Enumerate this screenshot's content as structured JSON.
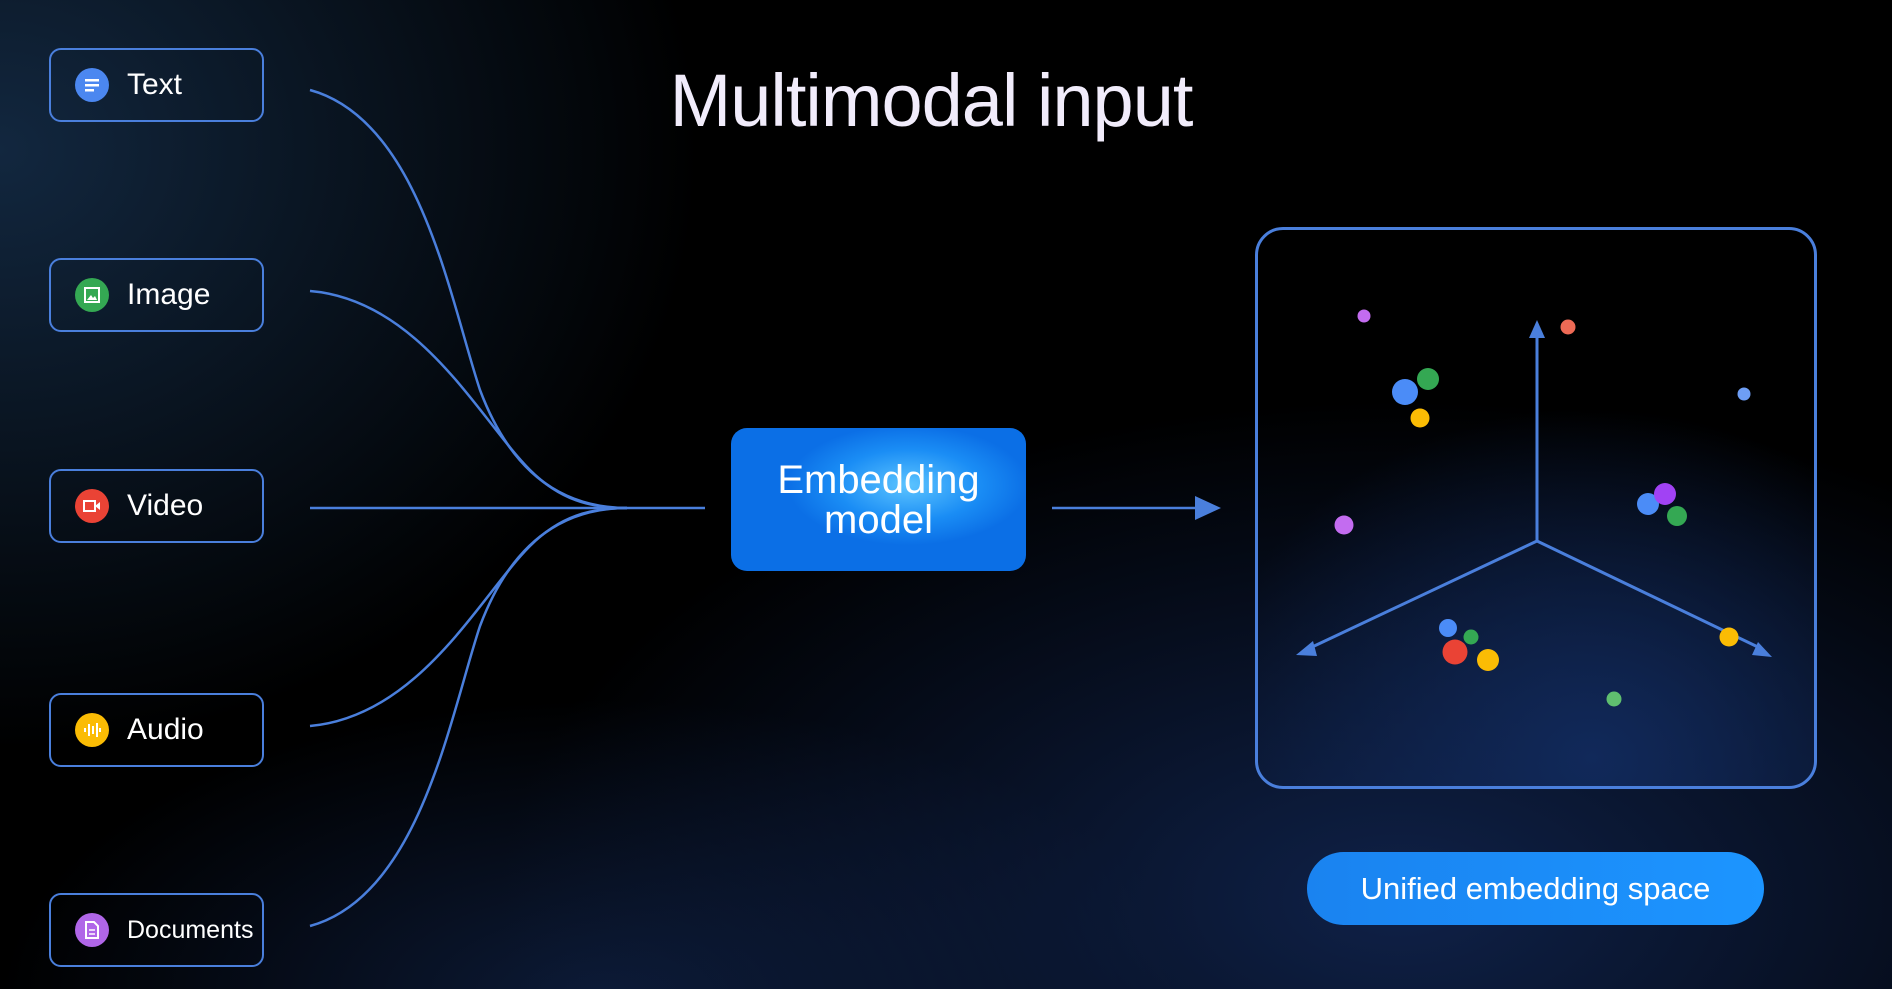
{
  "title": "Multimodal input",
  "inputs": [
    {
      "label": "Text",
      "icon": "text-lines-icon",
      "color": "#4b87f0"
    },
    {
      "label": "Image",
      "icon": "image-icon",
      "color": "#34a853"
    },
    {
      "label": "Video",
      "icon": "video-camera-icon",
      "color": "#ea4335"
    },
    {
      "label": "Audio",
      "icon": "audio-waveform-icon",
      "color": "#fbbc04"
    },
    {
      "label": "Documents",
      "icon": "document-icon",
      "color": "#b066e8"
    }
  ],
  "model": {
    "label": "Embedding model"
  },
  "space": {
    "label": "Unified embedding space"
  },
  "colors": {
    "line": "#4a7fdc",
    "accent": "#1a8df5"
  }
}
